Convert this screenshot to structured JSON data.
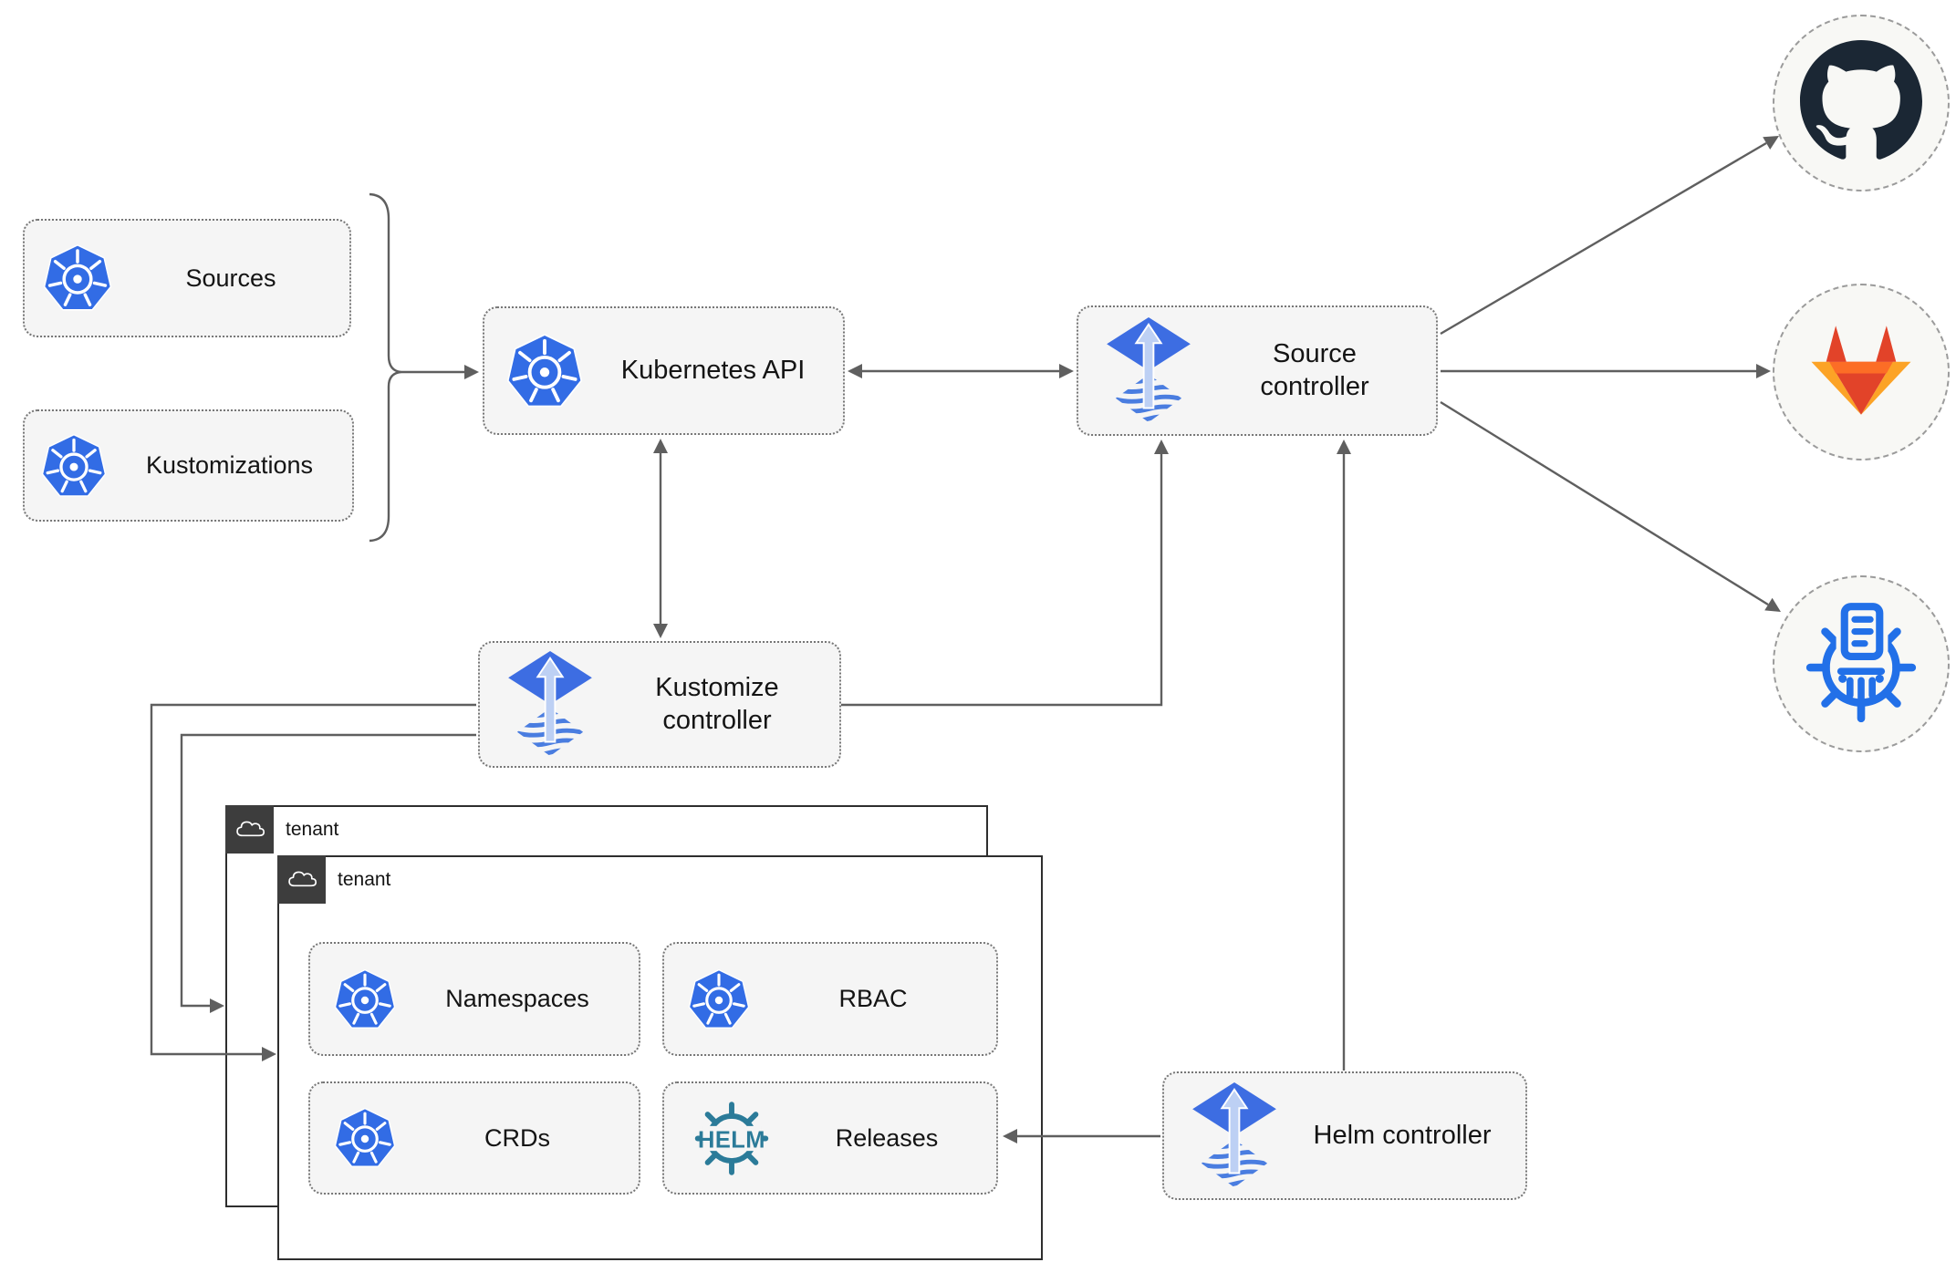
{
  "nodes": {
    "sources": {
      "label": "Sources",
      "icon": "kubernetes-icon"
    },
    "kustomizations": {
      "label": "Kustomizations",
      "icon": "kubernetes-icon"
    },
    "kubernetes_api": {
      "label": "Kubernetes API",
      "icon": "kubernetes-icon"
    },
    "source_controller": {
      "label": "Source controller",
      "icon": "flux-icon"
    },
    "kustomize_controller": {
      "label": "Kustomize controller",
      "icon": "flux-icon"
    },
    "helm_controller": {
      "label": "Helm controller",
      "icon": "flux-icon"
    },
    "namespaces": {
      "label": "Namespaces",
      "icon": "kubernetes-icon"
    },
    "rbac": {
      "label": "RBAC",
      "icon": "kubernetes-icon"
    },
    "crds": {
      "label": "CRDs",
      "icon": "kubernetes-icon"
    },
    "releases": {
      "label": "Releases",
      "icon": "helm-icon",
      "icon_text": "HELM"
    }
  },
  "groups": {
    "tenant_outer": {
      "label": "tenant",
      "icon": "cloud-icon"
    },
    "tenant_inner": {
      "label": "tenant",
      "icon": "cloud-icon"
    }
  },
  "external_targets": [
    {
      "name": "github",
      "icon": "github-icon"
    },
    {
      "name": "gitlab",
      "icon": "gitlab-icon"
    },
    {
      "name": "chartmuseum",
      "icon": "chartmuseum-icon"
    }
  ],
  "edges": [
    {
      "from": "sources+kustomizations brace",
      "to": "kubernetes_api",
      "arrow": "forward"
    },
    {
      "from": "kubernetes_api",
      "to": "source_controller",
      "arrow": "both"
    },
    {
      "from": "kubernetes_api",
      "to": "kustomize_controller",
      "arrow": "both"
    },
    {
      "from": "kustomize_controller",
      "to": "source_controller",
      "arrow": "forward"
    },
    {
      "from": "kustomize_controller",
      "to": "tenant_outer",
      "arrow": "forward"
    },
    {
      "from": "kustomize_controller",
      "to": "tenant_inner",
      "arrow": "forward"
    },
    {
      "from": "helm_controller",
      "to": "source_controller",
      "arrow": "forward"
    },
    {
      "from": "helm_controller",
      "to": "releases",
      "arrow": "forward"
    },
    {
      "from": "source_controller",
      "to": "github",
      "arrow": "forward"
    },
    {
      "from": "source_controller",
      "to": "gitlab",
      "arrow": "forward"
    },
    {
      "from": "source_controller",
      "to": "chartmuseum",
      "arrow": "forward"
    }
  ],
  "colors": {
    "kubernetes_blue": "#326ce5",
    "flux_blue": "#3d6de2",
    "flux_arrow_light": "#bdd0f4",
    "helm_teal": "#2b7b99",
    "chartmuseum_blue": "#2270e8",
    "github_dark": "#1b2734",
    "gitlab_red": "#e24329",
    "gitlab_orange": "#fc6d26",
    "gitlab_yellow": "#fca326",
    "line_gray": "#5f5f5f",
    "node_fill": "#f5f5f5",
    "tenant_tab": "#3d3d3d"
  }
}
